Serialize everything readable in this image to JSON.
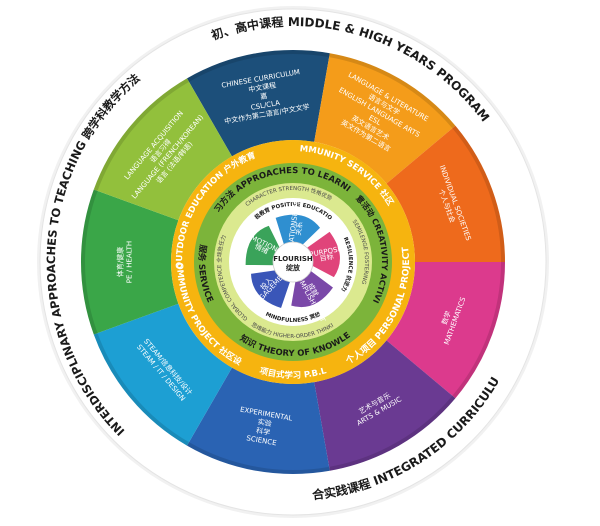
{
  "outer_ring": {
    "top": "初、高中课程 MIDDLE & HIGH YEARS PROGRAM",
    "left": "INTERDISCIPLINARY APPROACHES TO TEACHING 跨学科教学方法",
    "bottom": "综合实践课程 INTEGRATED CURRICULUM"
  },
  "subjects": [
    {
      "id": "chinese",
      "lines": [
        "CHINESE CURRICULUM",
        "中文课程",
        "嘉",
        "CSL/CLA",
        "中文作为第二语言/中文文学"
      ],
      "color": "#1c4f7a"
    },
    {
      "id": "language-literature",
      "lines": [
        "LANGUAGE & LITERATURE",
        "语言与文学",
        "ENGLISH LANGUAGE ARTS",
        "ESL",
        "英文语言艺术",
        "英文作为第二语言"
      ],
      "color": "#f49c1a"
    },
    {
      "id": "individuals-societies",
      "lines": [
        "INDIVIDUAL SOCIETIES",
        "个人与社会"
      ],
      "color": "#ee6a1c"
    },
    {
      "id": "mathematics",
      "lines": [
        "数学",
        "MATHEMATICS"
      ],
      "color": "#dc3a8d"
    },
    {
      "id": "arts-music",
      "lines": [
        "艺术与音乐",
        "ARTS & MUSIC"
      ],
      "color": "#6a3a92"
    },
    {
      "id": "science",
      "lines": [
        "EXPERIMENTAL",
        "实验",
        "科学",
        "SCIENCE"
      ],
      "color": "#2a63b3"
    },
    {
      "id": "steam",
      "lines": [
        "STEAM/信息科技/设计",
        "STEAM / IT / DESIGN"
      ],
      "color": "#1d9fd3"
    },
    {
      "id": "pe-health",
      "lines": [
        "体育/健康",
        "PE / HEALTH"
      ],
      "color": "#3aa648"
    },
    {
      "id": "language-acquisition",
      "lines": [
        "LANGUAGE ACQUISITION",
        "语言习得",
        "LANGUAGE (FRENCH/KOREAN)",
        "语言 (法语/韩语)"
      ],
      "color": "#92c03c"
    }
  ],
  "yellow_ring": {
    "top": "COMMUNITY SERVICE 社区服务",
    "top_left": "OUTDOOR EDUCATION 户外教育",
    "bottom": "项目式学习 P.B.L",
    "bottom_left": "COMMUNITY PROJECT 社区设计",
    "right": "个人项目 PERSONAL PROJECT"
  },
  "green_ring": {
    "top": "学习方法 APPROACHES TO LEARNING",
    "right": "创意活动 CREATIVITY ACTIVITY",
    "bottom": "理论知识 THEORY OF KNOWLEDGE",
    "left": "服务 SERVICE"
  },
  "light_ring": {
    "top": "CHARACTER STRENGTH 性格优势",
    "right": "SEMILENGE FOSTERING",
    "bottom": "高阶思维能力 HIGHER-ORDER THINKING",
    "left": "GLOBAL COMPETENCE 全球胜任力"
  },
  "positive_ring": {
    "top": "积极教育 POSITIVE EDUCATION",
    "right": "RESILIENCE 抗逆力",
    "bottom": "MINDFULNESS 冥想"
  },
  "petals": [
    {
      "id": "relationships",
      "lines": [
        "RELATIONSHIPS",
        "关系"
      ],
      "color": "#2f8fd0"
    },
    {
      "id": "purpose",
      "lines": [
        "PURPOSE",
        "目标"
      ],
      "color": "#e0447a"
    },
    {
      "id": "accomplishment",
      "lines": [
        "成就",
        "ACCOMPLISHMENT"
      ],
      "color": "#7a48a8"
    },
    {
      "id": "engagement",
      "lines": [
        "投入",
        "ENGAGEMENT"
      ],
      "color": "#3a56b8"
    },
    {
      "id": "emotions",
      "lines": [
        "EMOTIONS",
        "情绪"
      ],
      "color": "#3aa35a"
    }
  ],
  "center": {
    "line1": "FLOURISH",
    "line2": "绽放"
  },
  "colors": {
    "outer_ring": "#ffffff",
    "yellow_ring": "#f6b40f",
    "green_ring": "#7cb43a",
    "light_ring": "#dbe98f",
    "positive_ring": "#ffffff",
    "center": "#ffffff"
  }
}
